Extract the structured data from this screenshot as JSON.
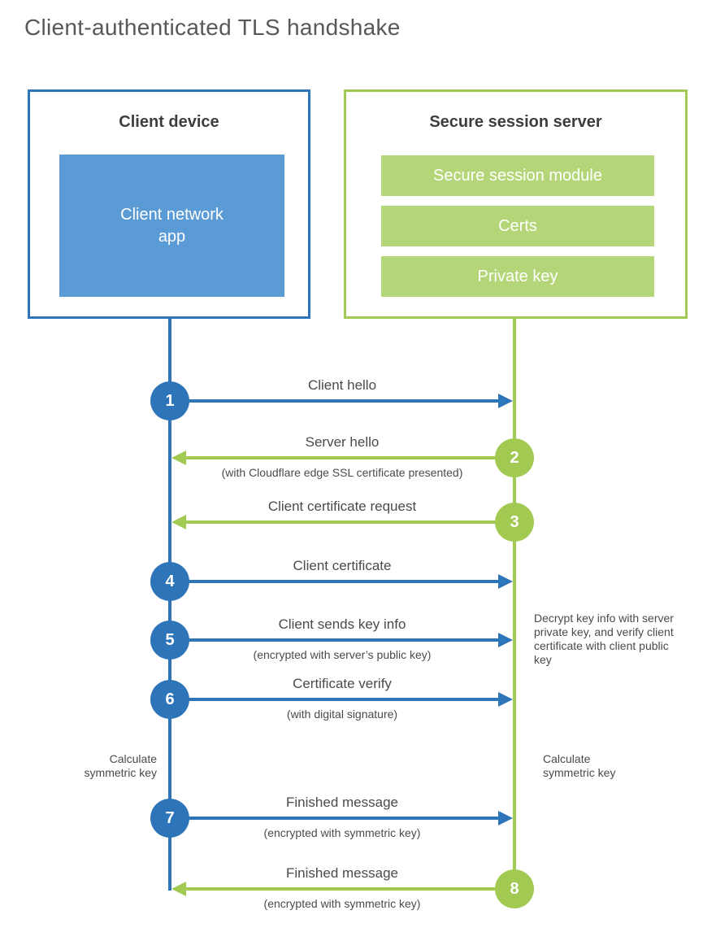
{
  "title": "Client-authenticated TLS handshake",
  "colors": {
    "blue": "#2e74b8",
    "blue_fill": "#5b9bd5",
    "green": "#a2ca52",
    "green_fill": "#b5d678"
  },
  "client_box": {
    "title": "Client device",
    "app_label": "Client network app"
  },
  "server_box": {
    "title": "Secure session server",
    "modules": [
      "Secure session module",
      "Certs",
      "Private key"
    ]
  },
  "steps": [
    {
      "num": "1",
      "label": "Client hello",
      "sublabel": "",
      "direction": "right",
      "from": "client",
      "color": "blue"
    },
    {
      "num": "2",
      "label": "Server hello",
      "sublabel": "(with Cloudflare edge SSL certificate presented)",
      "direction": "left",
      "from": "server",
      "color": "green"
    },
    {
      "num": "3",
      "label": "Client certificate request",
      "sublabel": "",
      "direction": "left",
      "from": "server",
      "color": "green"
    },
    {
      "num": "4",
      "label": "Client certificate",
      "sublabel": "",
      "direction": "right",
      "from": "client",
      "color": "blue"
    },
    {
      "num": "5",
      "label": "Client sends key info",
      "sublabel": "(encrypted with server’s public key)",
      "direction": "right",
      "from": "client",
      "color": "blue"
    },
    {
      "num": "6",
      "label": "Certificate verify",
      "sublabel": "(with digital signature)",
      "direction": "right",
      "from": "client",
      "color": "blue"
    },
    {
      "num": "7",
      "label": "Finished message",
      "sublabel": "(encrypted with symmetric key)",
      "direction": "right",
      "from": "client",
      "color": "blue"
    },
    {
      "num": "8",
      "label": "Finished message",
      "sublabel": "(encrypted with symmetric key)",
      "direction": "left",
      "from": "server",
      "color": "green"
    }
  ],
  "annotations": {
    "server_decrypt_note": "Decrypt key info with server private key, and verify client certificate with client public key",
    "client_calc_note": "Calculate symmetric key",
    "server_calc_note": "Calculate symmetric key"
  }
}
